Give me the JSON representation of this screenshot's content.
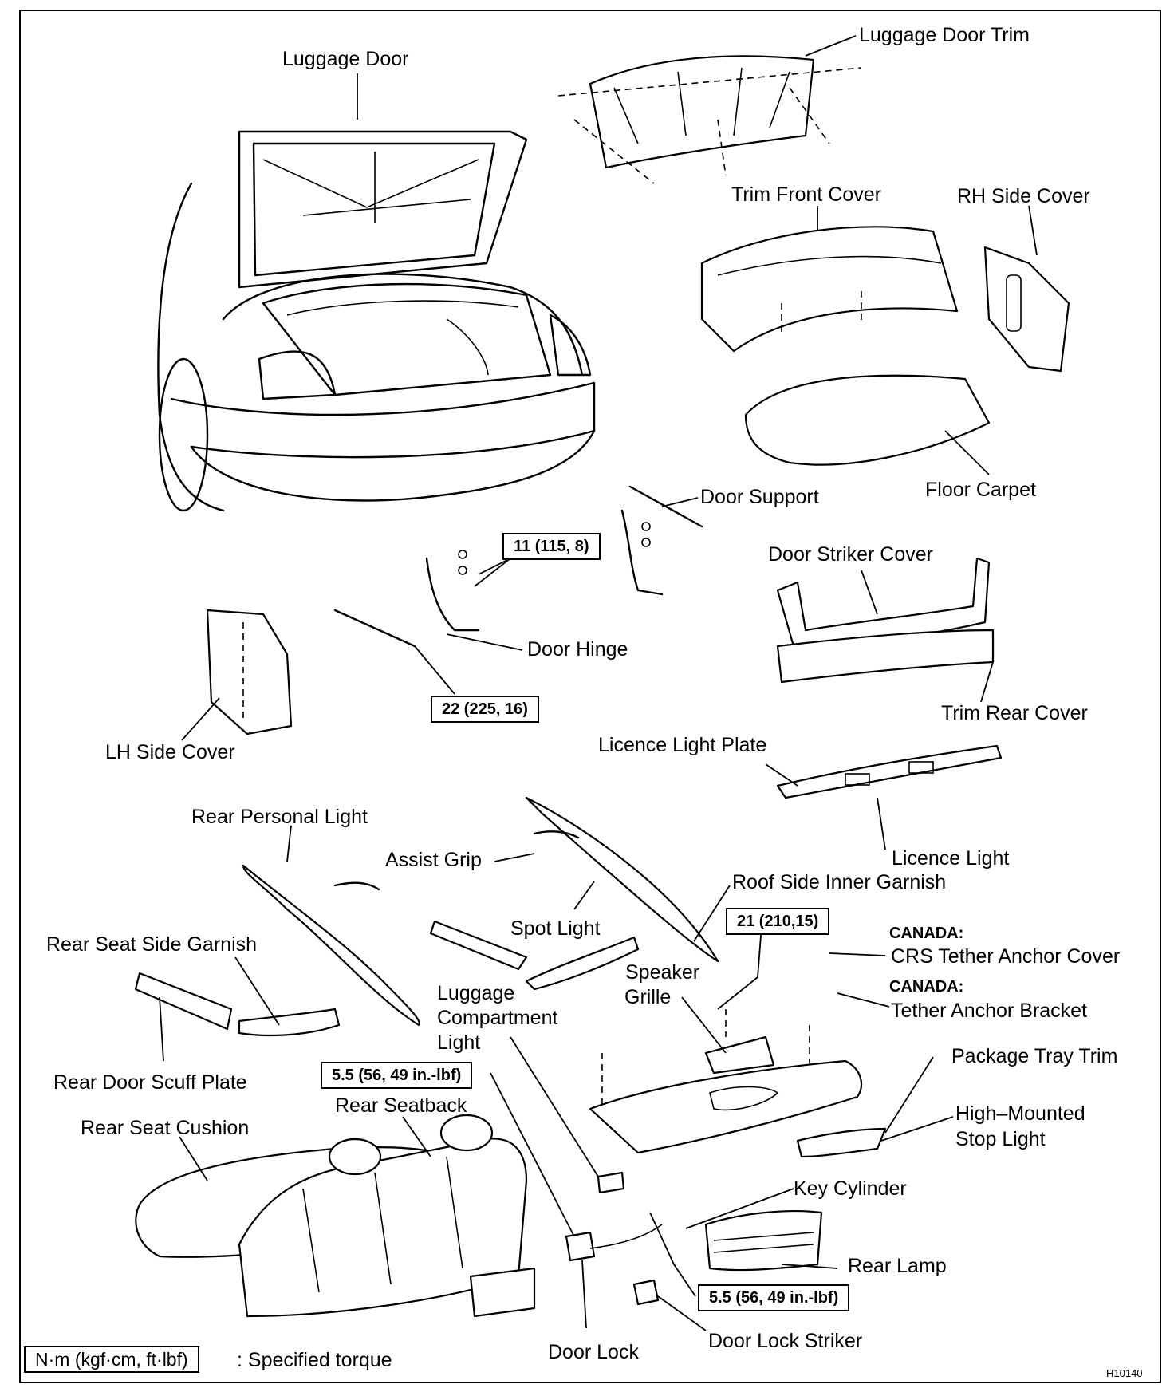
{
  "labels": {
    "luggage_door": "Luggage Door",
    "luggage_door_trim": "Luggage Door Trim",
    "trim_front_cover": "Trim Front Cover",
    "rh_side_cover": "RH Side Cover",
    "floor_carpet": "Floor Carpet",
    "door_support": "Door Support",
    "door_striker_cover": "Door Striker Cover",
    "door_hinge": "Door Hinge",
    "lh_side_cover": "LH Side Cover",
    "trim_rear_cover": "Trim Rear Cover",
    "licence_light_plate": "Licence Light Plate",
    "rear_personal_light": "Rear Personal Light",
    "assist_grip": "Assist Grip",
    "licence_light": "Licence Light",
    "roof_side_inner_garnish": "Roof Side Inner Garnish",
    "spot_light": "Spot Light",
    "rear_seat_side_garnish": "Rear Seat Side Garnish",
    "canada_1": "CANADA:",
    "crs_tether_anchor_cover": "CRS Tether Anchor Cover",
    "canada_2": "CANADA:",
    "tether_anchor_bracket": "Tether Anchor Bracket",
    "speaker": "Speaker",
    "grille": "Grille",
    "luggage_1": "Luggage",
    "luggage_2": "Compartment",
    "luggage_3": "Light",
    "rear_door_scuff_plate": "Rear Door Scuff Plate",
    "package_tray_trim": "Package Tray Trim",
    "rear_seatback": "Rear Seatback",
    "rear_seat_cushion": "Rear Seat Cushion",
    "high_mounted_1": "High–Mounted",
    "high_mounted_2": "Stop Light",
    "key_cylinder": "Key Cylinder",
    "rear_lamp": "Rear Lamp",
    "door_lock": "Door Lock",
    "door_lock_striker": "Door Lock Striker"
  },
  "torques": {
    "t1": "11 (115, 8)",
    "t2": "22 (225, 16)",
    "t3": "21 (210,15)",
    "t4": "5.5 (56, 49 in.-lbf)",
    "t5": "5.5 (56, 49 in.-lbf)"
  },
  "legend": {
    "box": "N·m (kgf·cm, ft·lbf)",
    "text": ": Specified torque"
  },
  "figure_code": "H10140"
}
